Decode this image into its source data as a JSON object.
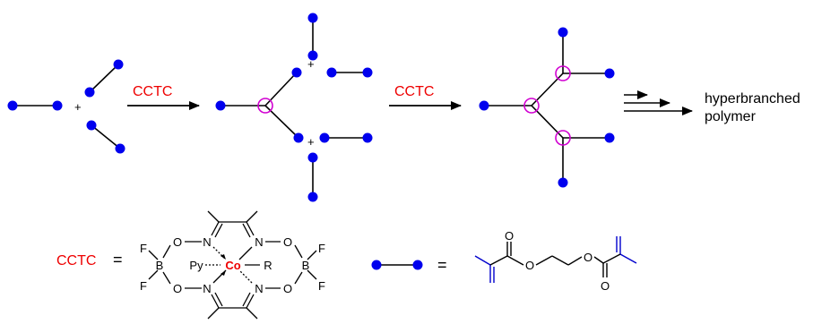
{
  "labels": {
    "cctc": "CCTC",
    "plus": "+",
    "equals": "=",
    "product_line1": "hyperbranched",
    "product_line2": "polymer"
  },
  "atoms": {
    "o": "O",
    "n": "N",
    "b": "B",
    "f": "F",
    "py": "Py",
    "co": "Co",
    "r": "R"
  },
  "colors": {
    "monomer_dot": "#0000ee",
    "cctc_text": "#ee0000",
    "cobalt": "#ee0000",
    "branch_circle": "#d100d1",
    "methacrylate": "#0000cc",
    "line": "#000000"
  }
}
